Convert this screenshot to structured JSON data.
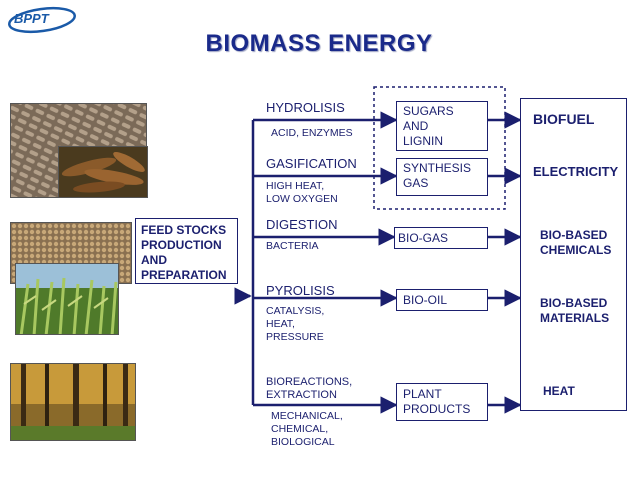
{
  "logo": {
    "text": "BPPT"
  },
  "title": "BIOMASS ENERGY",
  "feedstock": {
    "label": "FEED STOCKS\nPRODUCTION\nAND\nPREPARATION"
  },
  "processes": [
    {
      "name": "HYDROLISIS",
      "detail": "ACID, ENZYMES"
    },
    {
      "name": "GASIFICATION",
      "detail": "HIGH HEAT,\nLOW OXYGEN"
    },
    {
      "name": "DIGESTION",
      "detail": "BACTERIA"
    },
    {
      "name": "PYROLISIS",
      "detail": "CATALYSIS,\nHEAT,\nPRESSURE"
    },
    {
      "name": "BIOREACTIONS,\nEXTRACTION",
      "detail": "MECHANICAL,\nCHEMICAL,\nBIOLOGICAL"
    }
  ],
  "intermediates": [
    "SUGARS\nAND\nLIGNIN",
    "SYNTHESIS\nGAS",
    "BIO-GAS",
    "BIO-OIL",
    "PLANT\nPRODUCTS"
  ],
  "outputs": [
    "BIOFUEL",
    "ELECTRICITY",
    "BIO-BASED\nCHEMICALS",
    "BIO-BASED\nMATERIALS",
    "HEAT"
  ],
  "colors": {
    "title": "#1a2a8a",
    "line": "#1b1f6e",
    "logo": "#1a5aa8"
  }
}
